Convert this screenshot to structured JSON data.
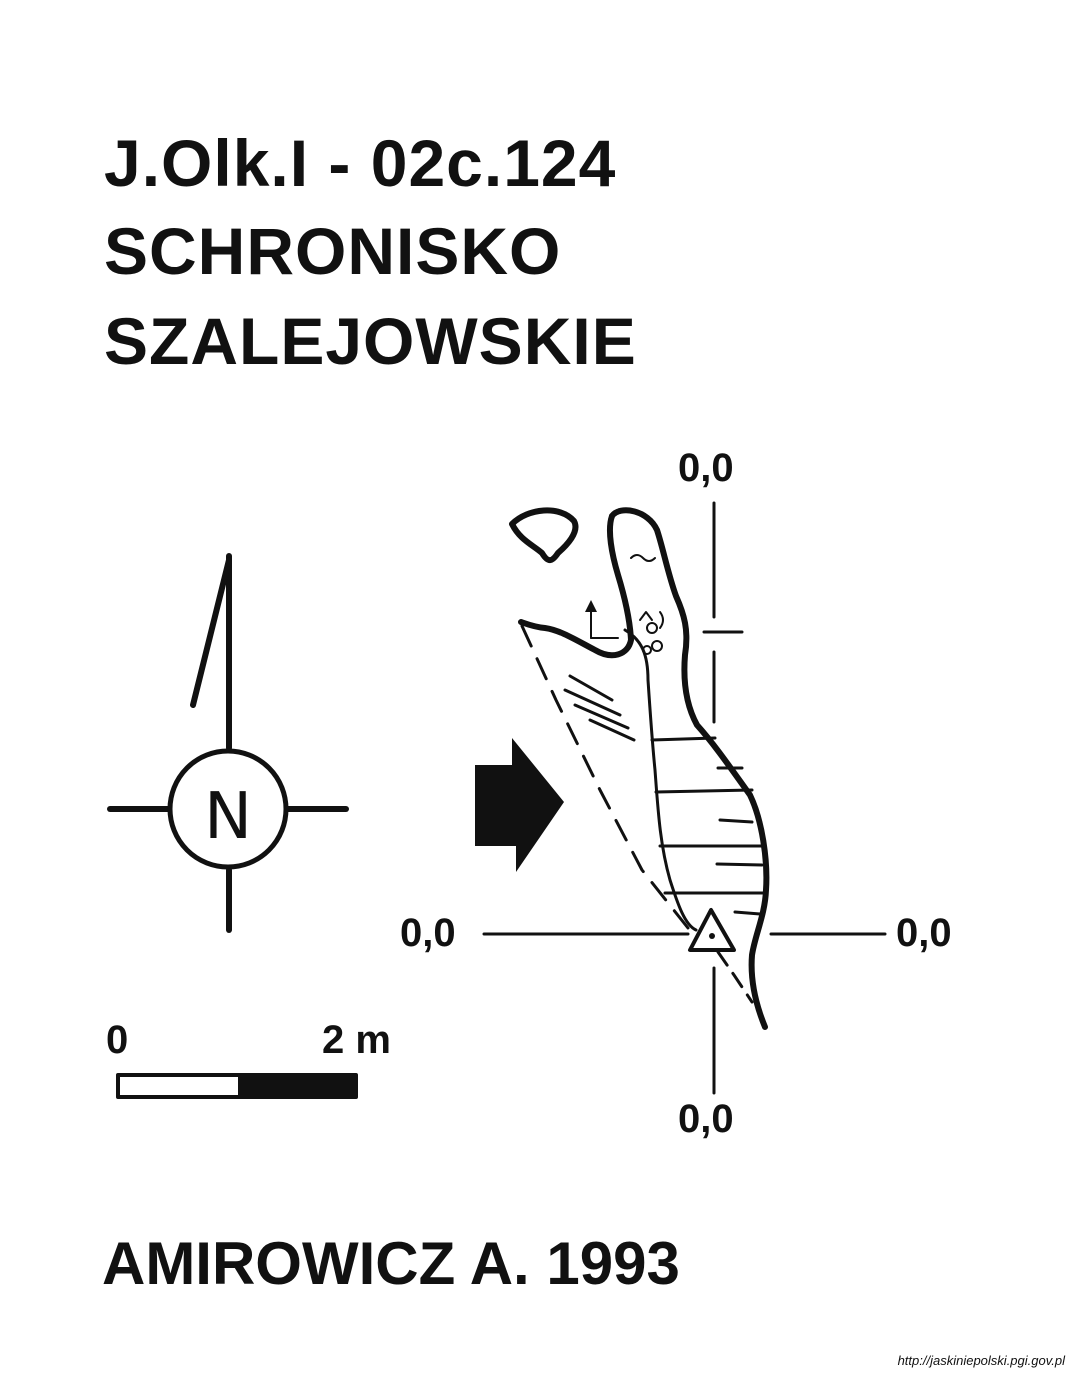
{
  "title": {
    "code": "J.Olk.I - 02c.124",
    "name_line1": "SCHRONISKO",
    "name_line2": "SZALEJOWSKIE"
  },
  "datum_labels": {
    "top": "0,0",
    "left": "0,0",
    "right": "0,0",
    "bottom": "0,0"
  },
  "north_arrow": {
    "letter": "N"
  },
  "scale_bar": {
    "start_label": "0",
    "end_label": "2 m"
  },
  "author": "AMIROWICZ A. 1993",
  "source_url": "http://jaskiniepolski.pgi.gov.pl",
  "colors": {
    "ink": "#111111",
    "paper": "#ffffff"
  }
}
